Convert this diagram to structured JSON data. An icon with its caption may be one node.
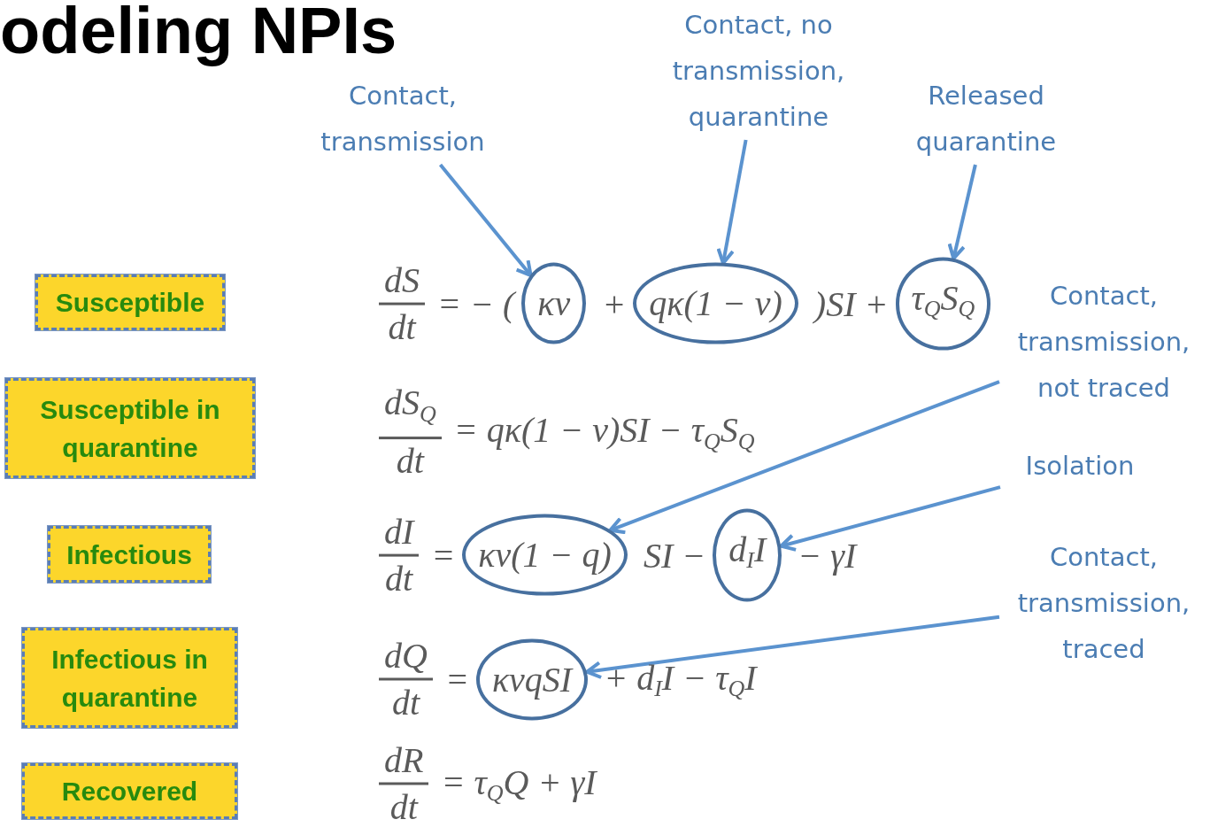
{
  "diagram": {
    "title": "odeling NPIs",
    "nodes": [
      {
        "text": [
          "Susceptible"
        ]
      },
      {
        "text": [
          "Susceptible in quarantine"
        ]
      },
      {
        "text": [
          "Infectious"
        ]
      },
      {
        "text": [
          "Infectious in quarantine"
        ]
      },
      {
        "text": [
          "Recovered"
        ]
      },
      {
        "text": [
          "Contact, transmission"
        ]
      },
      {
        "text": [
          "Contact, no transmission, quarantine"
        ]
      },
      {
        "text": [
          "Released quarantine"
        ]
      },
      {
        "text": [
          "Contact, transmission, not traced"
        ]
      },
      {
        "text": [
          "Isolation"
        ]
      },
      {
        "text": [
          "Contact, transmission, traced"
        ]
      },
      {
        "text": [
          "κν"
        ]
      },
      {
        "text": [
          "qκ(1 − ν)"
        ]
      },
      {
        "text": [
          "τ$_{Q}$S$_{Q}$"
        ]
      },
      {
        "text": [
          "κν(1 − q)"
        ]
      },
      {
        "text": [
          "d$_{I}$I"
        ]
      },
      {
        "text": [
          "κνqSI"
        ]
      }
    ],
    "edges": [
      {
        "from": 5,
        "to": 11,
        "arrow": "to"
      },
      {
        "from": 6,
        "to": 12,
        "arrow": "to"
      },
      {
        "from": 7,
        "to": 13,
        "arrow": "to"
      },
      {
        "from": 8,
        "to": 14,
        "arrow": "to"
      },
      {
        "from": 9,
        "to": 15,
        "arrow": "to"
      },
      {
        "from": 10,
        "to": 16,
        "arrow": "to"
      }
    ],
    "labels": [
      "dS",
      "dt",
      "= − (",
      "+",
      ")SI +",
      "dS$_{Q}$",
      "dt",
      "= qκ(1 − ν)SI − τ$_{Q}$S$_{Q}$",
      "dI",
      "dt",
      "=",
      "SI −",
      "− γI",
      "dQ",
      "dt",
      "=",
      "+ d$_{I}$I − τ$_{Q}$I",
      "dR",
      "dt",
      "= τ$_{Q}$Q + γI"
    ]
  }
}
